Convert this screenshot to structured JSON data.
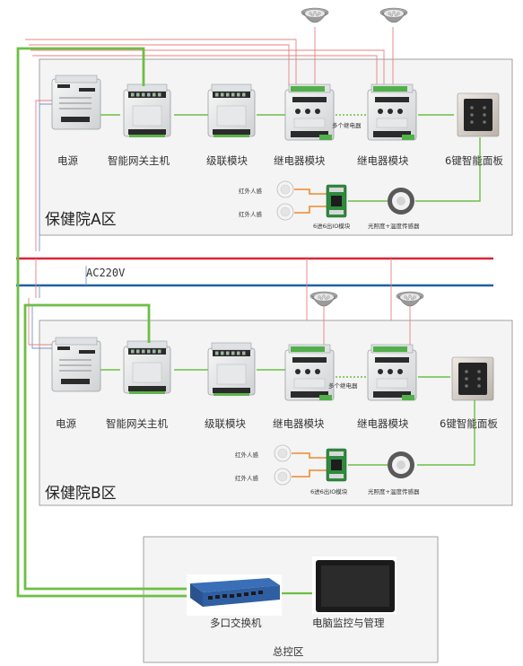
{
  "zone_a": {
    "title": "保健院A区",
    "devices": {
      "power": "电源",
      "gateway": "智能网关主机",
      "cascade": "级联模块",
      "relay1": "继电器模块",
      "relay2": "继电器模块",
      "panel": "6键智能面板"
    },
    "multi_relay": "多个继电器",
    "pir1": "红外人感",
    "pir2": "红外人感",
    "io_module": "6进6出IO模块",
    "light_sensor": "光照度+温度传感器"
  },
  "zone_b": {
    "title": "保健院B区",
    "devices": {
      "power": "电源",
      "gateway": "智能网关主机",
      "cascade": "级联模块",
      "relay1": "继电器模块",
      "relay2": "继电器模块",
      "panel": "6键智能面板"
    },
    "multi_relay": "多个继电器",
    "pir1": "红外人感",
    "pir2": "红外人感",
    "io_module": "6进6出IO模块",
    "light_sensor": "光照度+温度传感器"
  },
  "ac_label": "AC220V",
  "control": {
    "title": "总控区",
    "switch": "多口交换机",
    "monitor": "电脑监控与管理"
  },
  "colors": {
    "bus_green": "#6cbf45",
    "live_red": "#d9253a",
    "neutral_blue": "#1f5fa8",
    "thin_red": "#e88080",
    "thin_blue": "#7a95c8",
    "io_orange": "#ee8a2a"
  }
}
